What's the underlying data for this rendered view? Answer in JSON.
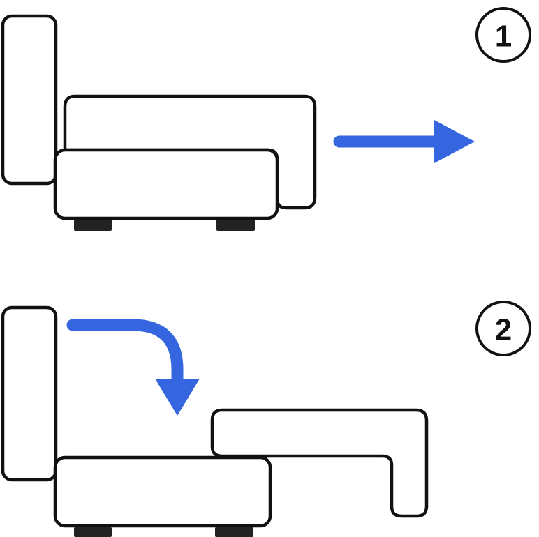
{
  "steps": [
    {
      "number": "1",
      "arrow": "straight-right-arrow"
    },
    {
      "number": "2",
      "arrow": "curved-down-arrow"
    }
  ],
  "colors": {
    "arrow": "#3566e0",
    "outline": "#111111",
    "fill": "#ffffff",
    "feet": "#222222"
  }
}
